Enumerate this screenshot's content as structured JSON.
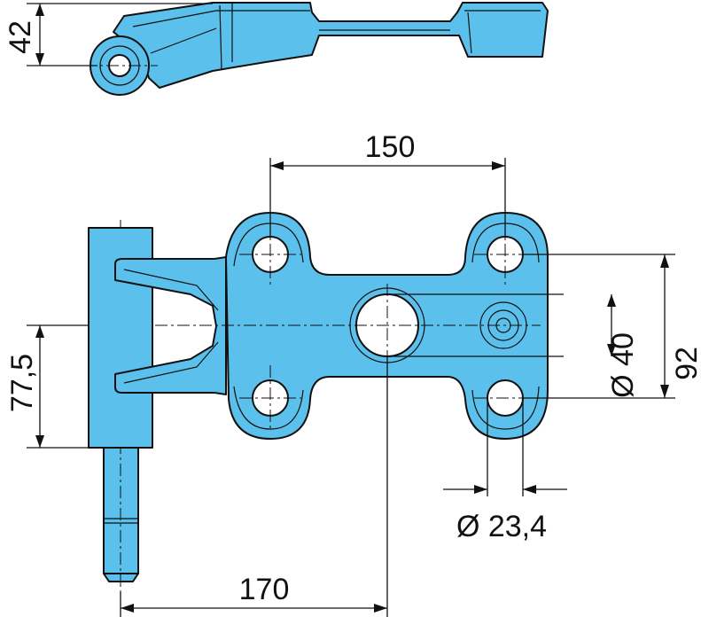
{
  "dimensions": {
    "top_height": "42",
    "hole_spacing_horizontal": "150",
    "hole_spacing_vertical": "92",
    "center_hole_diameter": "Ø 40",
    "small_hole_diameter": "Ø 23,4",
    "pin_to_center_height": "77,5",
    "pin_to_center_width": "170"
  },
  "colors": {
    "part_fill": "#5bc0eb",
    "outline": "#111111",
    "background": "#ffffff"
  }
}
